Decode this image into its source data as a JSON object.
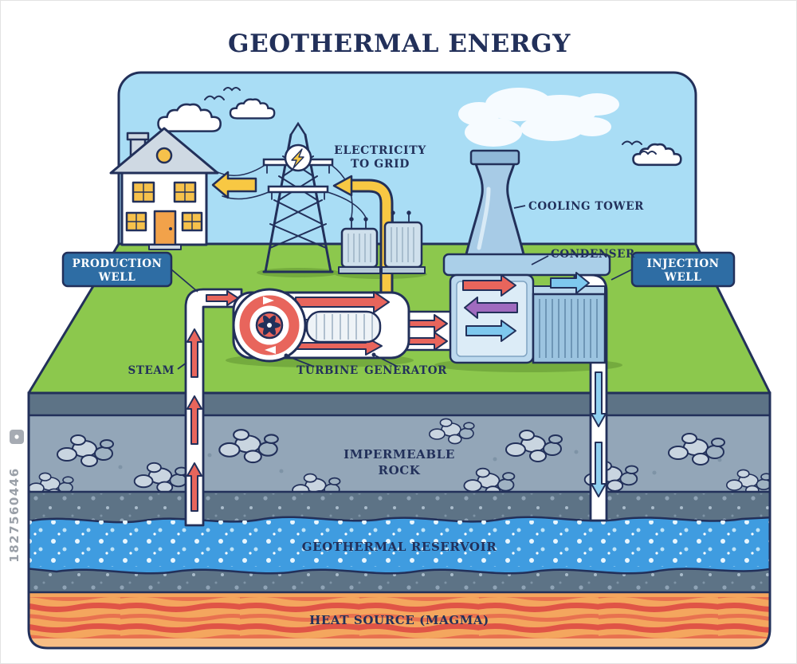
{
  "title": "GEOTHERMAL ENERGY",
  "watermark": "1827560446",
  "labels": {
    "production_well_1": "PRODUCTION",
    "production_well_2": "WELL",
    "injection_well_1": "INJECTION",
    "injection_well_2": "WELL",
    "electricity_1": "ELECTRICITY",
    "electricity_2": "TO GRID",
    "cooling_tower": "COOLING TOWER",
    "condenser": "CONDENSER",
    "steam": "STEAM",
    "turbine": "TURBINE",
    "generator": "GENERATOR",
    "impermeable_1": "IMPERMEABLE",
    "impermeable_2": "ROCK",
    "reservoir": "GEOTHERMAL RESERVOIR",
    "heat_source": "HEAT SOURCE (MAGMA)"
  },
  "colors": {
    "outline": "#22305a",
    "sky": "#a9ddf5",
    "grass": "#8cc84d",
    "soil": "#5d7386",
    "rock": "#93a6b8",
    "stone": "#c9d5e0",
    "reservoir": "#3f9ce0",
    "magma": "#f4a65e",
    "magma_stripe": "#e05446",
    "steam_arrow": "#e8655c",
    "water_arrow": "#8fd0f0",
    "electricity": "#f8c843",
    "label_box": "#2e6da4",
    "machine": "#bcd9ee",
    "window": "#f6c14b"
  }
}
